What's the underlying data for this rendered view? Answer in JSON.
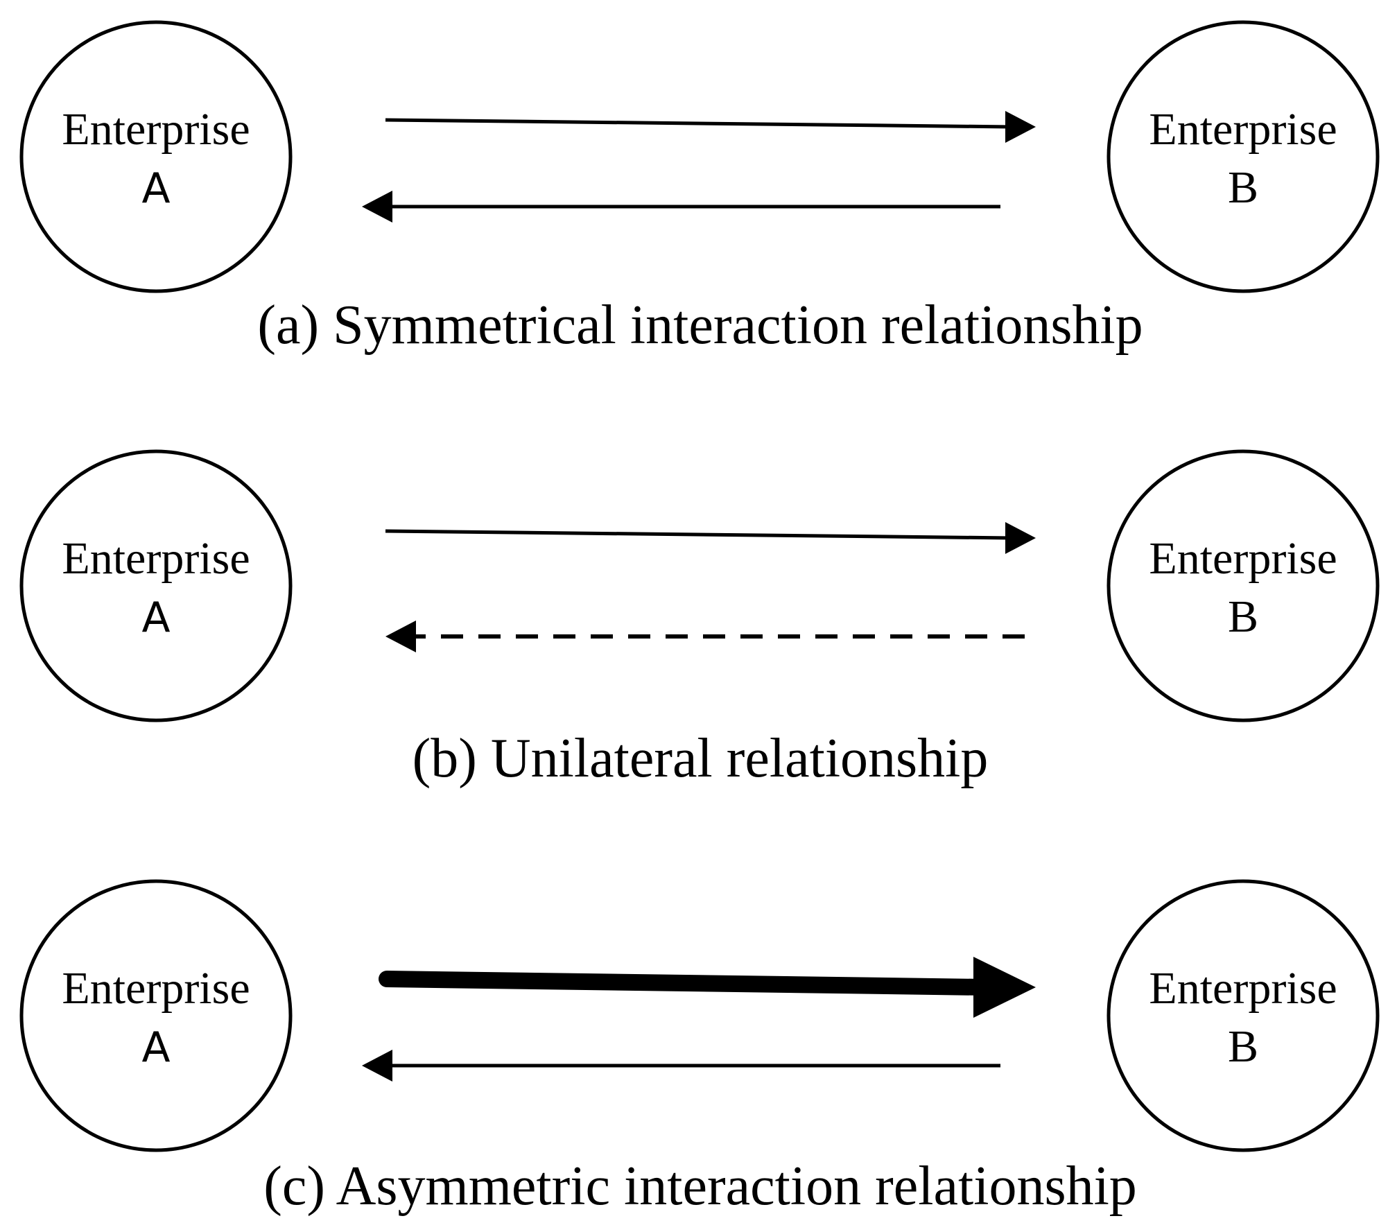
{
  "panels": [
    {
      "id": "a",
      "caption": "(a) Symmetrical interaction relationship",
      "node_a": {
        "line1": "Enterprise",
        "line2": "A"
      },
      "node_b": {
        "line1": "Enterprise",
        "line2": "B"
      },
      "arrow_a_to_b": {
        "style": "solid",
        "weight": "normal"
      },
      "arrow_b_to_a": {
        "style": "solid",
        "weight": "normal"
      }
    },
    {
      "id": "b",
      "caption": "(b) Unilateral relationship",
      "node_a": {
        "line1": "Enterprise",
        "line2": "A"
      },
      "node_b": {
        "line1": "Enterprise",
        "line2": "B"
      },
      "arrow_a_to_b": {
        "style": "solid",
        "weight": "normal"
      },
      "arrow_b_to_a": {
        "style": "dashed",
        "weight": "normal"
      }
    },
    {
      "id": "c",
      "caption": "(c) Asymmetric interaction relationship",
      "node_a": {
        "line1": "Enterprise",
        "line2": "A"
      },
      "node_b": {
        "line1": "Enterprise",
        "line2": "B"
      },
      "arrow_a_to_b": {
        "style": "solid",
        "weight": "heavy"
      },
      "arrow_b_to_a": {
        "style": "solid",
        "weight": "normal"
      }
    }
  ],
  "colors": {
    "stroke": "#000000",
    "background": "#ffffff"
  }
}
